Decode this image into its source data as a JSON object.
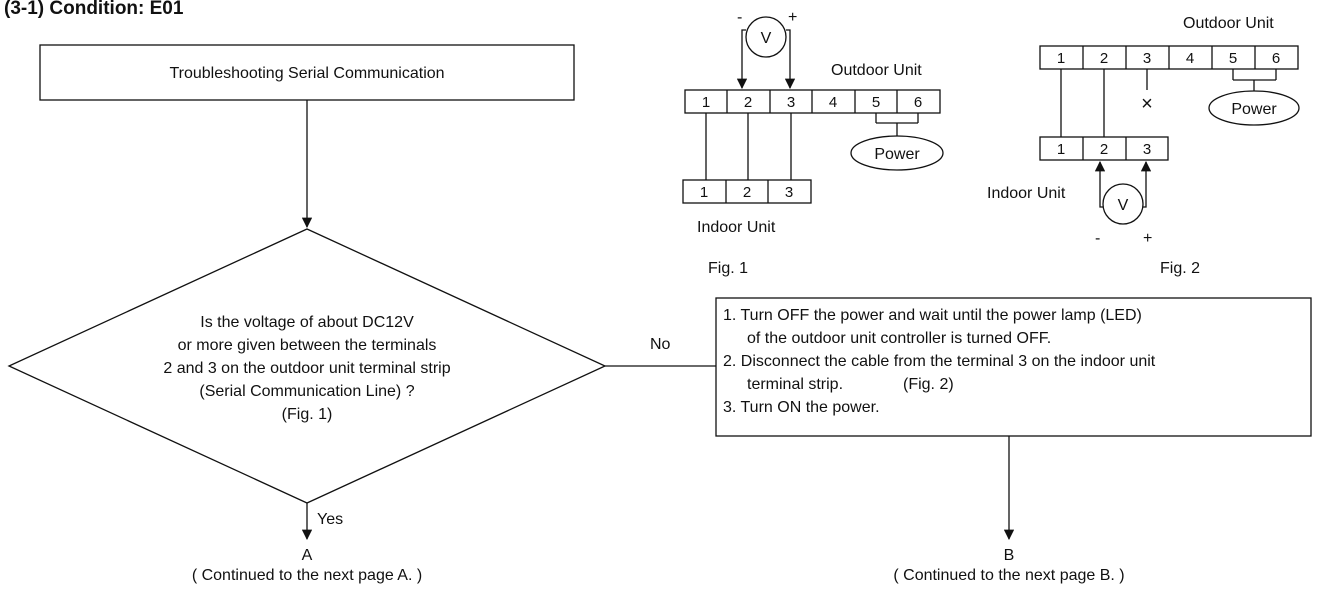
{
  "title": "(3-1) Condition: E01",
  "start_box": "Troubleshooting Serial Communication",
  "decision": {
    "lines": [
      "Is the voltage of about DC12V",
      "or more given between the terminals",
      "2 and 3 on the outdoor unit terminal strip",
      "(Serial Communication Line) ?",
      "(Fig. 1)"
    ],
    "no_label": "No",
    "yes_label": "Yes"
  },
  "action_box": {
    "lines": [
      "1. Turn OFF the power and wait until the power lamp (LED)",
      "of the outdoor unit controller is turned OFF.",
      "2. Disconnect the cable from the terminal 3 on the indoor unit",
      "terminal strip.",
      "(Fig. 2)",
      "3. Turn ON the power."
    ]
  },
  "end_a": {
    "letter": "A",
    "note": "( Continued to the next page A. )"
  },
  "end_b": {
    "letter": "B",
    "note": "( Continued to the next page B. )"
  },
  "fig1": {
    "caption": "Fig. 1",
    "outdoor_label": "Outdoor Unit",
    "indoor_label": "Indoor Unit",
    "outdoor_terminals": [
      "1",
      "2",
      "3",
      "4",
      "5",
      "6"
    ],
    "indoor_terminals": [
      "1",
      "2",
      "3"
    ],
    "power_label": "Power",
    "meter_label": "V",
    "minus": "-",
    "plus": "+"
  },
  "fig2": {
    "caption": "Fig. 2",
    "outdoor_label": "Outdoor Unit",
    "indoor_label": "Indoor Unit",
    "outdoor_terminals": [
      "1",
      "2",
      "3",
      "4",
      "5",
      "6"
    ],
    "indoor_terminals": [
      "1",
      "2",
      "3"
    ],
    "power_label": "Power",
    "meter_label": "V",
    "minus": "-",
    "plus": "+",
    "disconnect_mark": "×"
  }
}
